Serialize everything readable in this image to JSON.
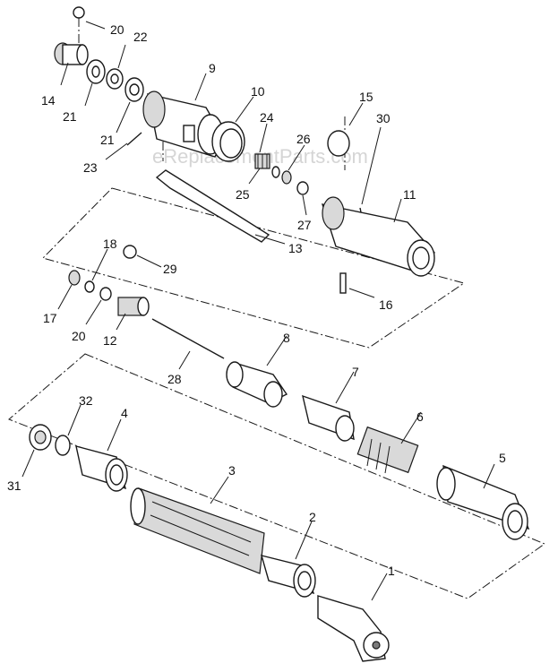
{
  "watermark": "eReplacementParts.com",
  "callouts": {
    "p1": "1",
    "p2": "2",
    "p3": "3",
    "p4": "4",
    "p5": "5",
    "p6": "6",
    "p7": "7",
    "p8": "8",
    "p9": "9",
    "p10": "10",
    "p11": "11",
    "p12": "12",
    "p13": "13",
    "p14": "14",
    "p15": "15",
    "p16": "16",
    "p17": "17",
    "p18": "18",
    "p20a": "20",
    "p20b": "20",
    "p21a": "21",
    "p21b": "21",
    "p22": "22",
    "p23": "23",
    "p24": "24",
    "p25": "25",
    "p26": "26",
    "p27": "27",
    "p28": "28",
    "p29": "29",
    "p30": "30",
    "p31": "31",
    "p32": "32"
  }
}
